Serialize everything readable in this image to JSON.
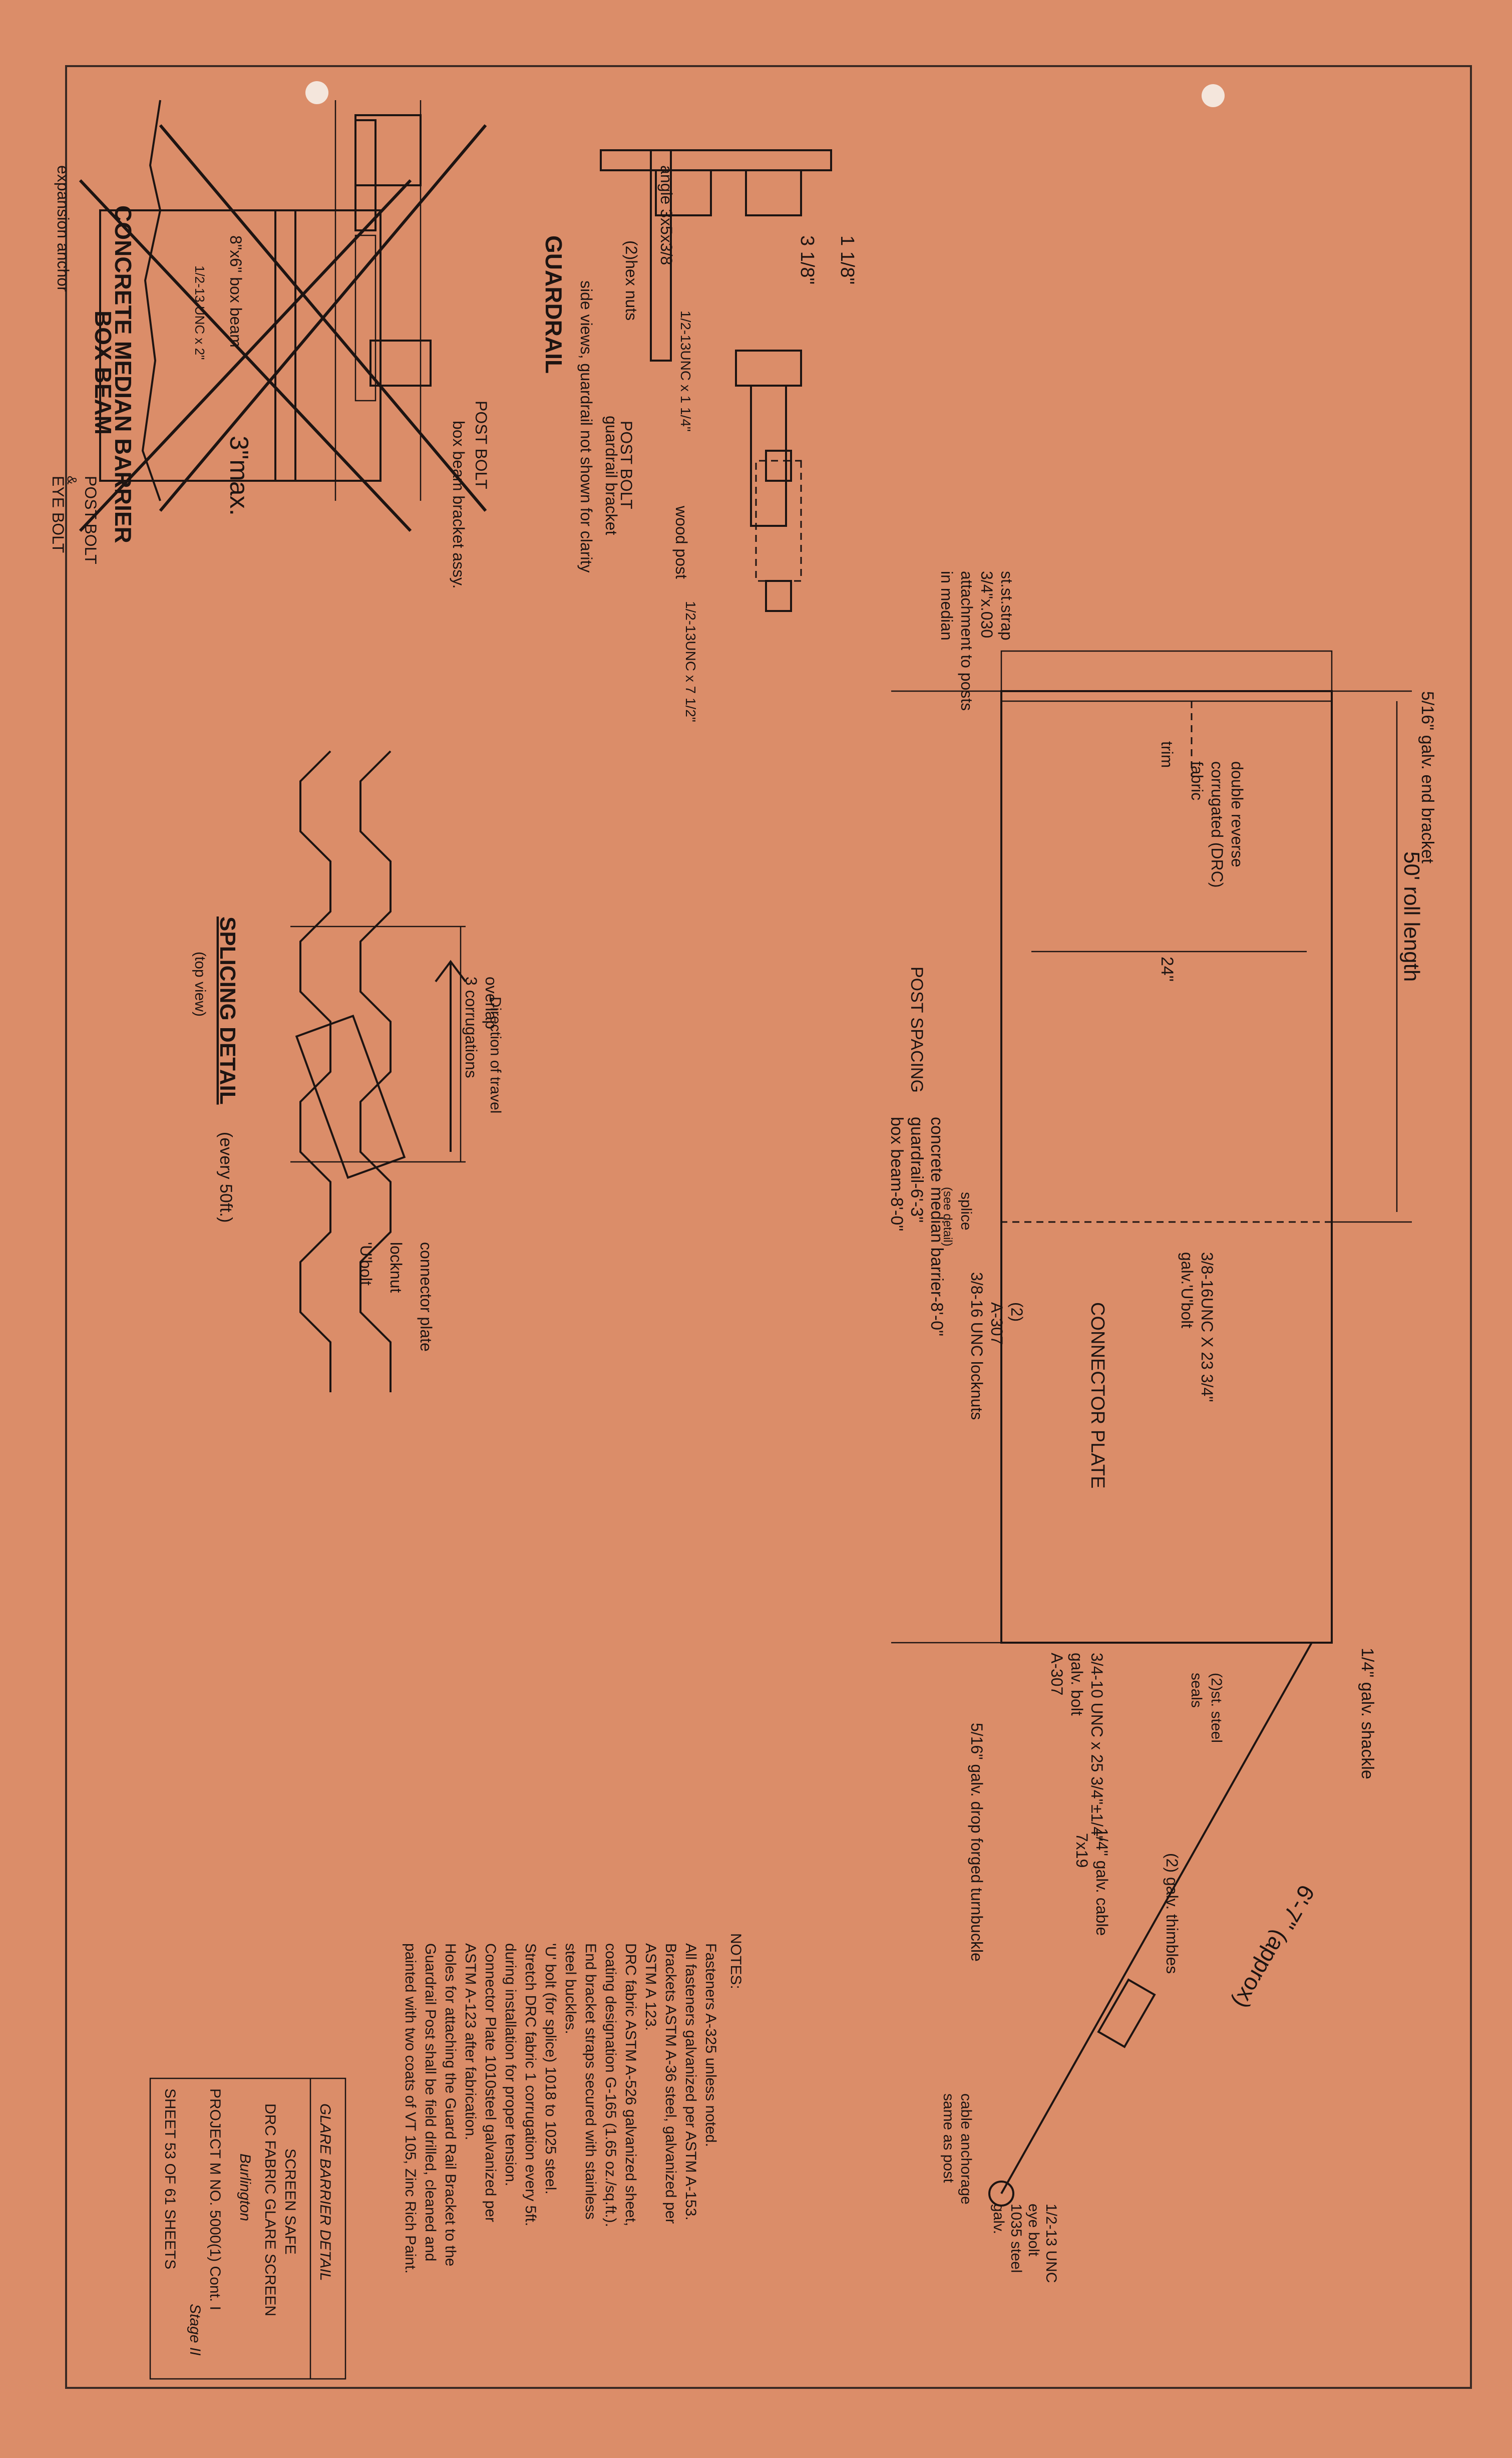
{
  "concrete": {
    "title": "CONCRETE MEDIAN BARRIER",
    "post_bolt": "POST BOLT",
    "and": "&",
    "eye_bolt": "EYE BOLT",
    "max": "3\"max.",
    "expansion_anchor": "expansion anchor"
  },
  "guardrail": {
    "title": "GUARDRAIL",
    "hex_nuts": "(2)hex nuts",
    "post_bolt": "POST BOLT",
    "bracket": "guardrail bracket",
    "angle": "angle 3x5x3/8",
    "dim_a": "1 1/8\"",
    "dim_b": "3 1/8\"",
    "bolt_a": "1/2-13UNC x 1 1/4\"",
    "bolt_b": "1/2-13UNC x 7 1/2\"",
    "wood_post": "wood post",
    "side_views": "side views, guardrail not shown for clarity"
  },
  "boxbeam": {
    "title": "BOX BEAM",
    "post_bolt": "POST BOLT",
    "bracket": "box beam bracket assy.",
    "beam": "8\"x6\" box beam",
    "bolt": "1/2-13 UNC x 2\""
  },
  "elevation": {
    "end_bracket": "5/16\" galv. end bracket",
    "strap": "st.st.strap",
    "strap_size": "3/4\"x.030",
    "attachment": "attachment to posts",
    "in_median": "in median",
    "trim": "trim",
    "roll": "50' roll length",
    "fabric_1": "double reverse",
    "fabric_2": "corrugated (DRC)",
    "fabric_3": "fabric",
    "height": "24\"",
    "splice": "splice",
    "see_detail": "(see detail)",
    "u_bolt_1": "3/8-16UNC X 23 3/4\"",
    "u_bolt_2": "galv.'U'bolt",
    "connector": "CONNECTOR PLATE",
    "locknut_1": "(2)",
    "locknut_2": "A-307",
    "locknut_3": "3/8-16 UNC locknuts",
    "post_spacing": "POST SPACING",
    "ps_concrete": "concrete median barrier-8'-0\"",
    "ps_guardrail": "guardrail-6'-3\"",
    "ps_boxbeam": "box beam-8'-0\"",
    "shackle": "1/4\" galv. shackle",
    "seals_1": "(2)st. steel",
    "seals_2": "seals",
    "bolt_1": "3/4-10 UNC x 25 3/4\"±1/4\"",
    "bolt_2": "galv. bolt",
    "bolt_3": "A-307",
    "turnbuckle": "5/16\" galv. drop forged turnbuckle",
    "thimbles": "(2) galv. thimbles",
    "cable": "1/4\" galv. cable",
    "cable_size": "7x19",
    "approx": "6'-7\" (approx)",
    "eye_bolt_1": "1/2-13 UNC",
    "eye_bolt_2": "eye bolt",
    "eye_bolt_3": "1035 steel",
    "eye_bolt_4": "galv.",
    "anchorage_1": "cable anchorage",
    "anchorage_2": "same as post"
  },
  "splice": {
    "title": "SPLICING DETAIL",
    "every": "(every 50ft.)",
    "top_view": "(top view)",
    "direction": "Direction of travel",
    "overlap_1": "overlap",
    "overlap_2": "3 corrugations",
    "connector": "connector plate",
    "locknut": "locknut",
    "u_bolt": "'U'bolt"
  },
  "notes": {
    "heading": "NOTES:",
    "lines": [
      "Fasteners A-325 unless noted.",
      "All fasteners galvanized per ASTM A-153.",
      "Brackets ASTM A-36 steel, galvanized per",
      "ASTM A 123.",
      "DRC fabric ASTM A-526 galvanized sheet,",
      "coating designation G-165  (1.65 oz./sq.ft.).",
      "End bracket straps secured with stainless",
      "steel buckles.",
      "'U' bolt (for splice) 1018 to 1025 steel.",
      "Stretch DRC fabric 1 corrugation every 5ft.",
      "during installation for proper tension.",
      "Connector Plate 1010steel galvanized per",
      "ASTM A-123 after fabrication.",
      "Holes for attaching the Guard Rail Bracket to the",
      "Guardrail Post shall be field drilled, cleaned and",
      "painted with two coats of VT 105, Zinc Rich Paint."
    ]
  },
  "title_block": {
    "hand_title": "GLARE BARRIER DETAIL",
    "line1": "SCREEN SAFE",
    "line2": "DRC FABRIC GLARE SCREEN",
    "location": "Burlington",
    "project": "PROJECT  M  NO. 5000(1) Cont. I",
    "stage": "Stage II",
    "sheet": "SHEET 53 OF 61 SHEETS"
  }
}
